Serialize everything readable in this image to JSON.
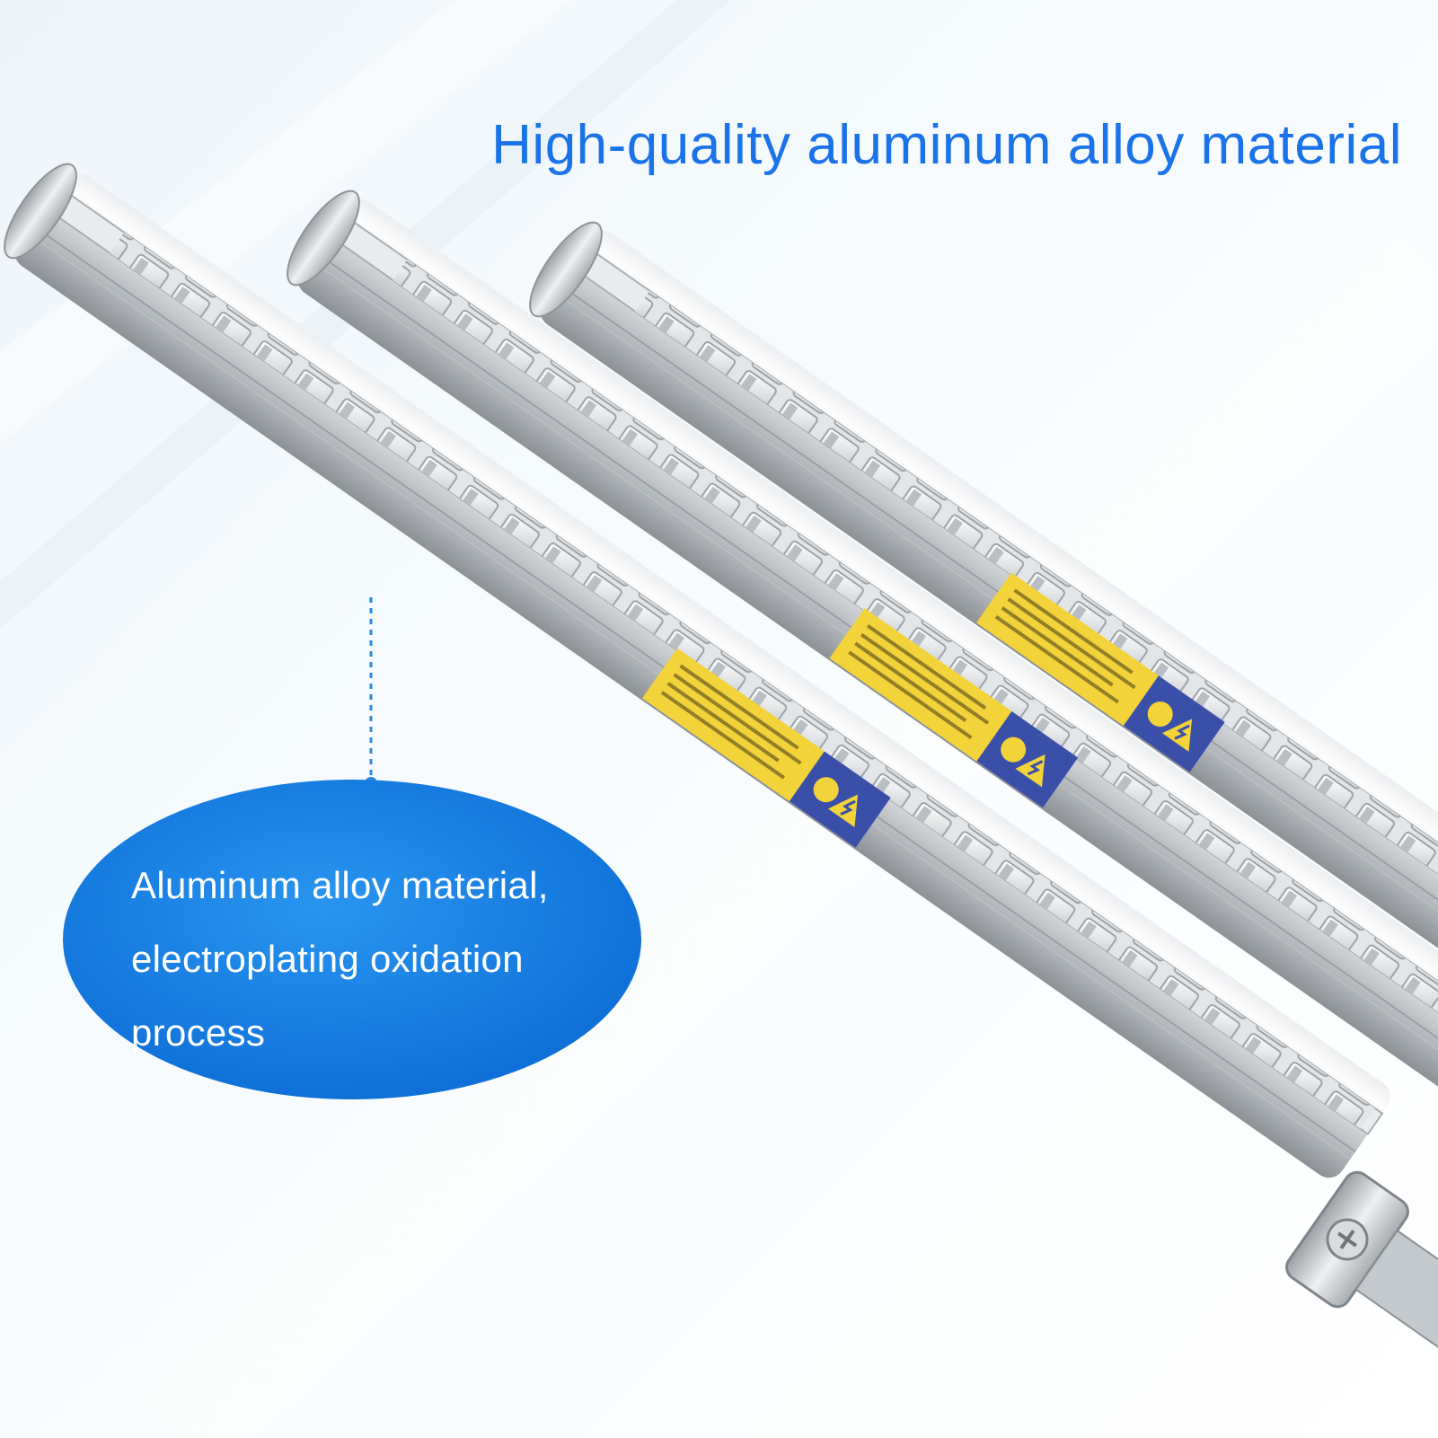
{
  "headline": {
    "text": "High-quality aluminum alloy material"
  },
  "callout": {
    "lines": [
      "Aluminum alloy material,",
      "electroplating oxidation",
      "process"
    ]
  },
  "colors": {
    "headline": "#1a73e8",
    "callout_fill": "#1583e6",
    "callout_edge": "#0a64c9",
    "leader_line": "#2b8ad9",
    "label_yellow": "#f3d33a",
    "label_blue": "#3a4fa8",
    "metal_light": "#f4f5f6",
    "metal_mid": "#c9cdd1",
    "metal_dark": "#8d9297"
  },
  "icons": {
    "warning_label": "hazard-warning-icon",
    "electric_label": "high-voltage-icon",
    "hand_label": "hand-caution-icon"
  }
}
